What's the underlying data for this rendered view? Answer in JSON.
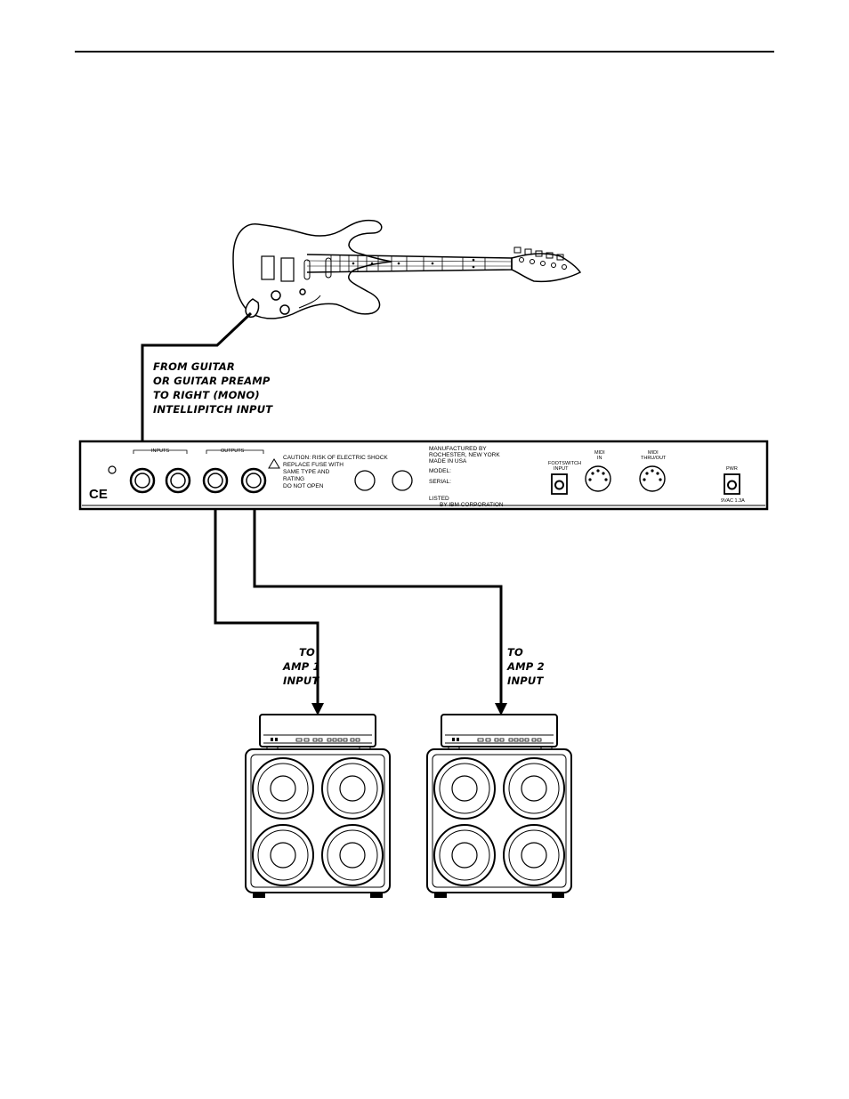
{
  "callouts": {
    "guitar_input": [
      "FROM GUITAR",
      "OR GUITAR PREAMP",
      "TO RIGHT (MONO)",
      "INTELLIPITCH INPUT"
    ],
    "amp1": [
      "TO",
      "AMP 1",
      "INPUT"
    ],
    "amp2": [
      "TO",
      "AMP 2",
      "INPUT"
    ]
  },
  "rack_panel": {
    "ce_mark": "CE",
    "inputs_label": "INPUTS",
    "outputs_label": "OUTPUTS",
    "caution_text": [
      "CAUTION: RISK OF ELECTRIC SHOCK",
      "REPLACE FUSE WITH",
      "SAME TYPE AND",
      "RATING",
      "DO NOT OPEN"
    ],
    "mfr_text": [
      "MANUFACTURED BY",
      "ROCHESTER, NEW YORK",
      "MADE IN USA"
    ],
    "model_label": "MODEL:",
    "serial_label": "SERIAL:",
    "ul_text": [
      "LISTED",
      "BY IBM CORPORATION"
    ],
    "footswitch_label": [
      "FOOTSWITCH",
      "INPUT"
    ],
    "midi_in_label": [
      "MIDI",
      "IN"
    ],
    "midi_thru_label": [
      "MIDI",
      "THRU/OUT"
    ],
    "pwr_label": "PWR",
    "pwr_sub_label": "9VAC 1.3A"
  }
}
